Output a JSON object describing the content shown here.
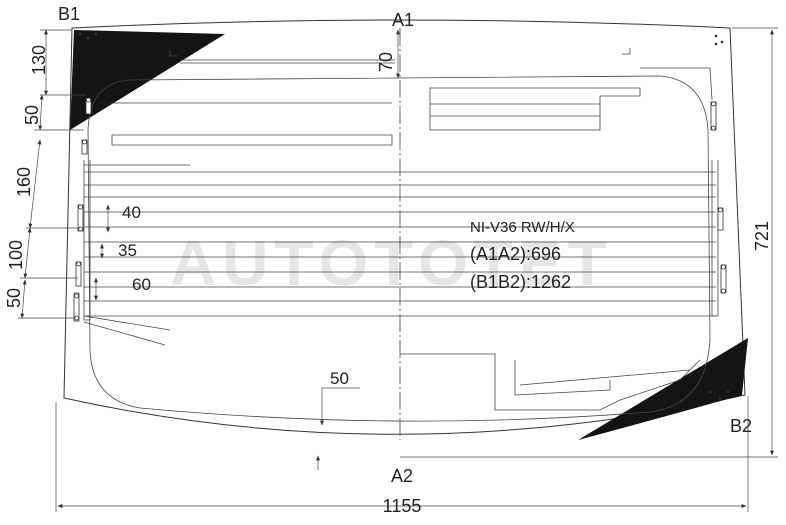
{
  "part_code": "NI-V36 RW/H/X",
  "watermark": "AUTOTOTET",
  "points": {
    "b1": "B1",
    "a1": "A1",
    "a2": "A2",
    "b2": "B2"
  },
  "measurements": {
    "a1a2": "(A1A2):696",
    "b1b2": "(B1B2):1262"
  },
  "dimensions": {
    "top_band": "70",
    "left_130": "130",
    "left_50_upper": "50",
    "left_160": "160",
    "left_100": "100",
    "left_50_lower": "50",
    "lines_40": "40",
    "lines_35": "35",
    "lines_60": "60",
    "bottom_band": "50",
    "height_total": "721",
    "width_total": "1155"
  },
  "colors": {
    "ceramic": "#141414",
    "line": "#333333"
  }
}
